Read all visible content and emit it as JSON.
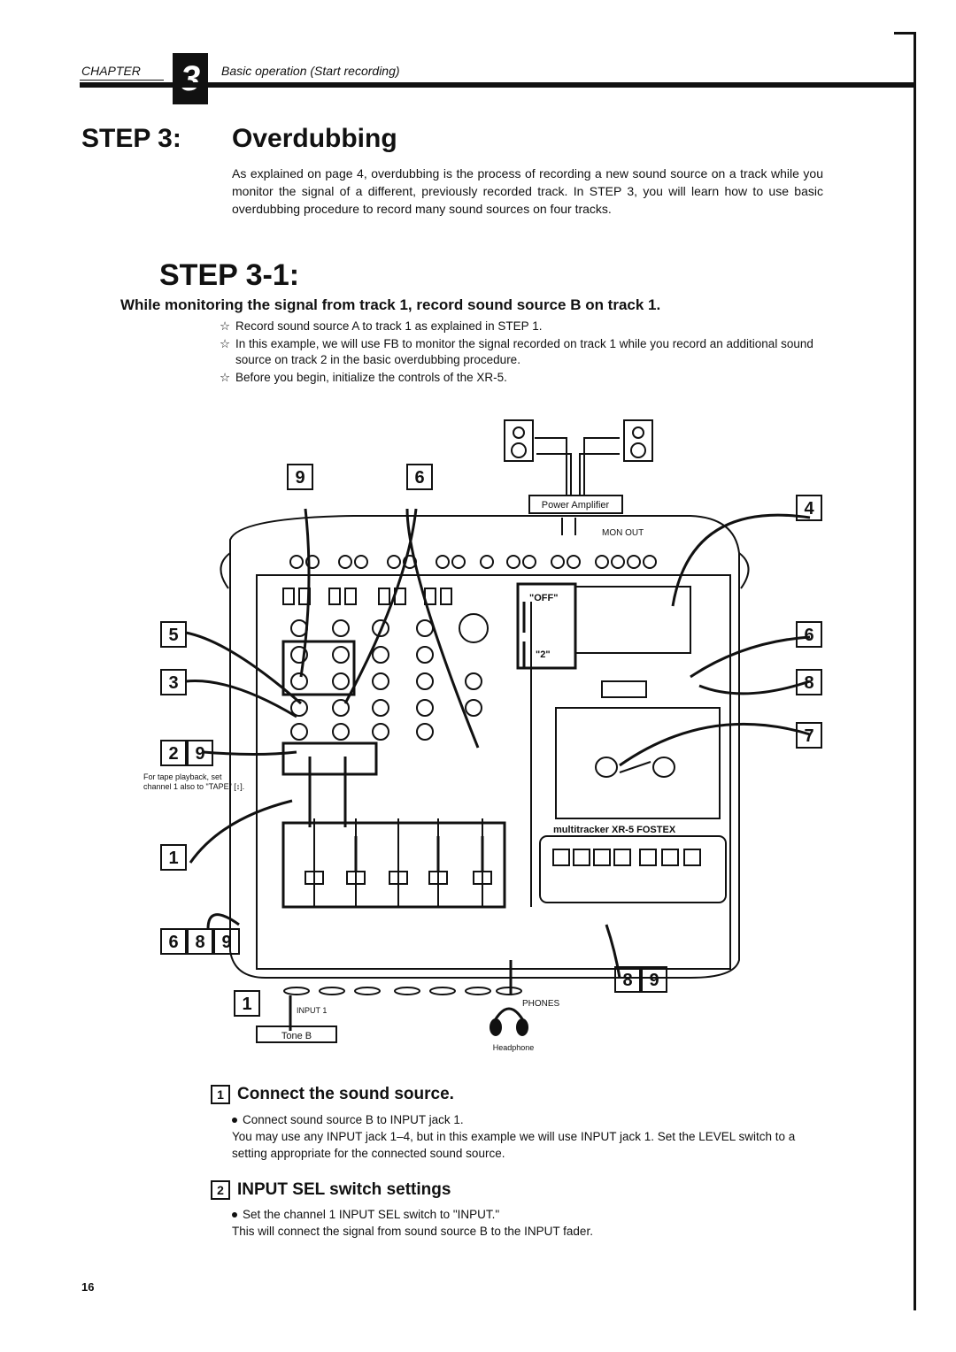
{
  "header": {
    "chapter_label": "CHAPTER",
    "chapter_number": "3",
    "chapter_title": "Basic operation (Start recording)"
  },
  "step": {
    "label": "STEP 3:",
    "title": "Overdubbing",
    "intro": "As explained on page 4, overdubbing is the process of recording a new sound source on a track while you monitor the signal of a different, previously recorded track. In STEP 3, you will learn how to use basic overdubbing procedure to record many sound sources on four tracks."
  },
  "substep": {
    "label": "STEP 3-1:",
    "heading": "While monitoring the signal from track 1, record sound source B on track 1.",
    "notes": [
      "Record sound source A to track 1 as explained in STEP 1.",
      "In this example, we will use FB to monitor the signal recorded on track 1 while you record an additional sound source on track 2 in the basic overdubbing procedure.",
      "Before you begin, initialize the controls of the XR-5."
    ]
  },
  "diagram": {
    "power_amplifier": "Power Amplifier",
    "mon_out": "MON OUT",
    "off_label": "\"OFF\"",
    "two_label": "\"2\"",
    "brand": "multitracker XR-5 FOSTEX",
    "tape_note": "For tape playback, set channel 1 also to \"TAPE\" [↕].",
    "input1": "INPUT 1",
    "phones": "PHONES",
    "tone_b": "Tone B",
    "headphone": "Headphone",
    "callouts": [
      "9",
      "6",
      "4",
      "5",
      "6",
      "3",
      "8",
      "2",
      "9",
      "7",
      "1",
      "6",
      "8",
      "9",
      "8",
      "9",
      "1"
    ]
  },
  "section1": {
    "num": "1",
    "heading": "Connect the sound source.",
    "bullet": "Connect sound source B to INPUT jack 1.",
    "body": "You may use any INPUT jack 1–4, but in this example we will use INPUT jack 1. Set the LEVEL switch to a setting appropriate for the connected sound source."
  },
  "section2": {
    "num": "2",
    "heading": "INPUT SEL switch settings",
    "bullet": "Set the channel 1 INPUT SEL switch to \"INPUT.\"",
    "body": "This will connect the signal from sound source B to the INPUT fader."
  },
  "page_number": "16"
}
